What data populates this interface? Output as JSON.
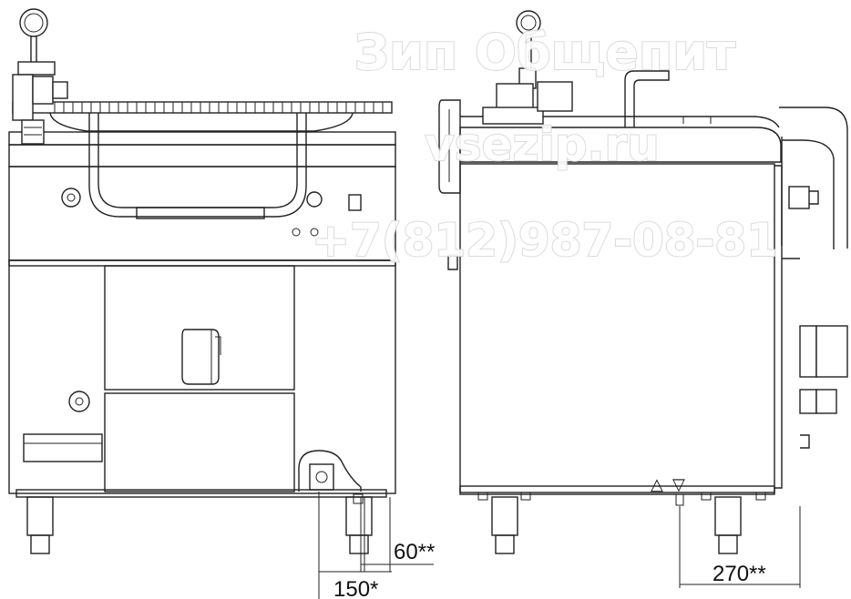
{
  "watermark": {
    "brand": "Зип Общепит",
    "site": "vsezip.ru",
    "phone": "+7(812)987-08-81"
  },
  "dimensions": {
    "d60": "60**",
    "d150": "150*",
    "d270": "270**"
  },
  "symbols": {
    "up": "△",
    "down": "▽"
  }
}
